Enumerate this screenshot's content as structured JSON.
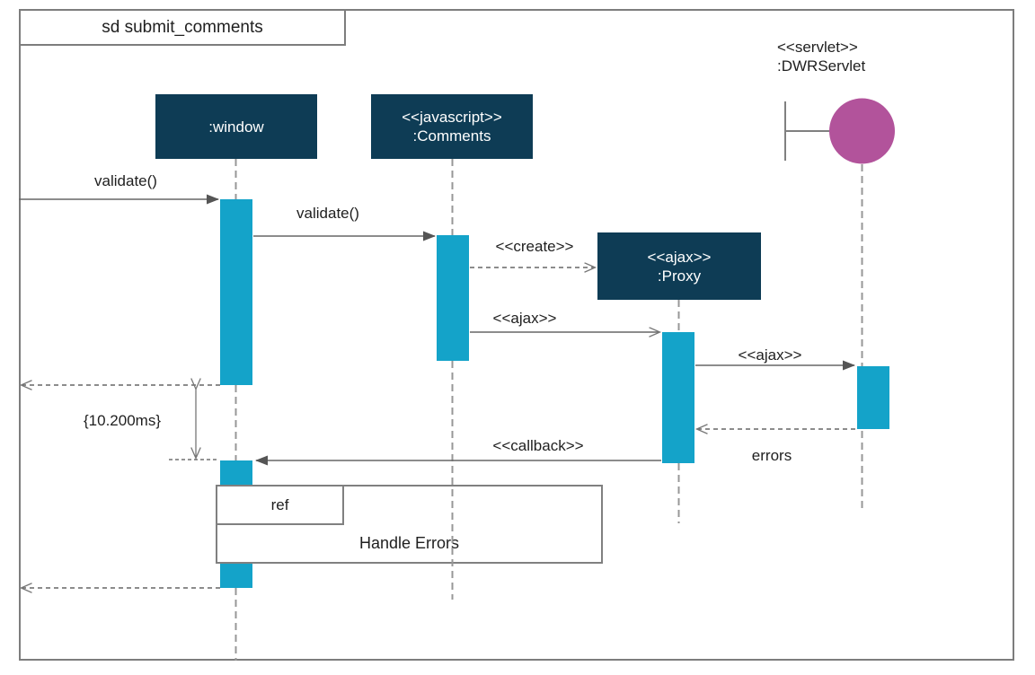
{
  "diagram": {
    "frame_title": "sd submit_comments",
    "lifelines": {
      "window": {
        "name": ":window"
      },
      "comments": {
        "stereotype": "<<javascript>>",
        "name": ":Comments"
      },
      "proxy": {
        "stereotype": "<<ajax>>",
        "name": ":Proxy"
      },
      "servlet": {
        "stereotype": "<<servlet>>",
        "name": ":DWRServlet"
      }
    },
    "messages": {
      "validate_to_window": {
        "label": "validate()"
      },
      "validate_to_comments": {
        "label": "validate()"
      },
      "create_proxy": {
        "label": "<<create>>"
      },
      "ajax_to_proxy": {
        "label": "<<ajax>>"
      },
      "ajax_to_servlet": {
        "label": "<<ajax>>"
      },
      "errors_return": {
        "label": "errors"
      },
      "callback_to_window": {
        "label": "<<callback>>"
      }
    },
    "duration_constraint": {
      "label": "{10.200ms}"
    },
    "fragment": {
      "operator": "ref",
      "label": "Handle Errors"
    },
    "colors": {
      "lifeline_head_fill": "#0e3c55",
      "activation_fill": "#14a3c9",
      "boundary_icon_fill": "#b2539b",
      "line": "#666666"
    }
  }
}
